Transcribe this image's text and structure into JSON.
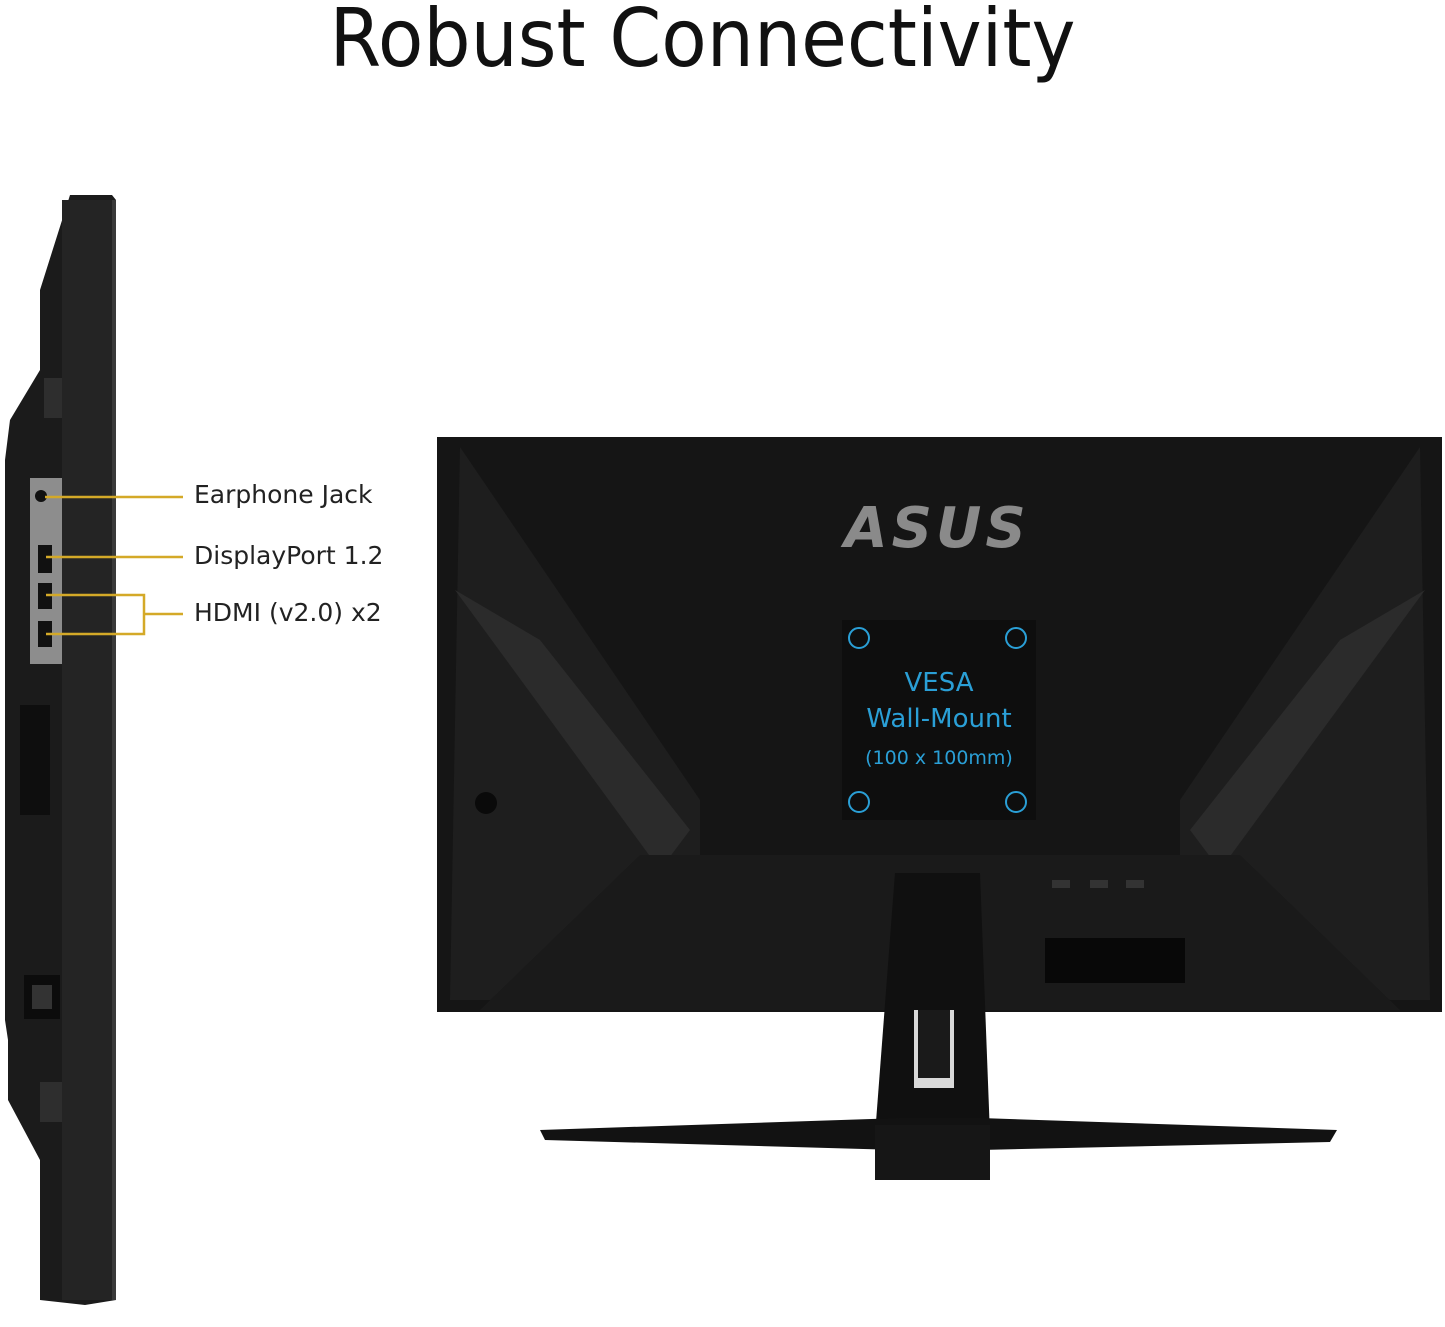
{
  "title": "Robust Connectivity",
  "ports": [
    {
      "label": "Earphone Jack"
    },
    {
      "label": "DisplayPort 1.2"
    },
    {
      "label": "HDMI (v2.0) x2"
    }
  ],
  "logo": "ASUS",
  "vesa": {
    "line1": "VESA",
    "line2": "Wall-Mount",
    "line3": "(100 x 100mm)"
  },
  "colors": {
    "callout": "#d4a928",
    "vesa_text": "#2a9fd6",
    "monitor": "#151515"
  }
}
